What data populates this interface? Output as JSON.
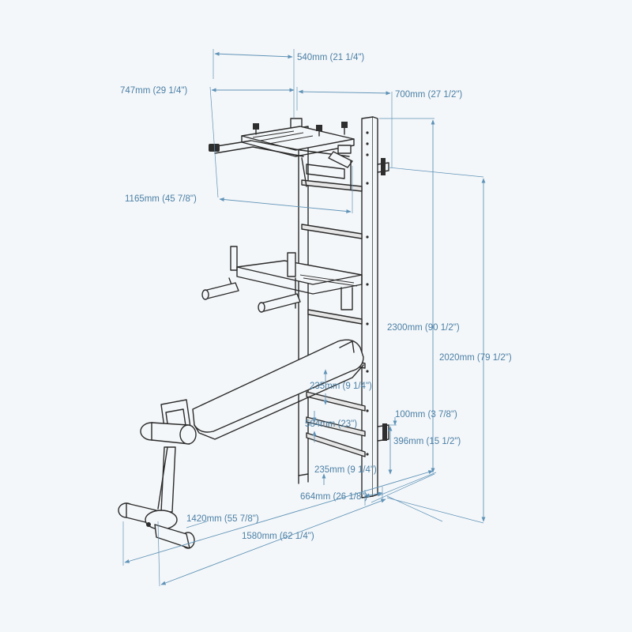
{
  "colors": {
    "dimension": "#5f93b8",
    "label": "#4a7fa6",
    "line": "#2b2b2b",
    "background": "#f4f7f9"
  },
  "dimensions": {
    "width_540": "540mm (21 1/4\")",
    "depth_747": "747mm (29 1/4\")",
    "depth_700": "700mm (27 1/2\")",
    "length_1165": "1165mm (45 7/8\")",
    "height_2300": "2300mm (90 1/2\")",
    "height_2020": "2020mm (79 1/2\")",
    "spacing_235_upper": "235mm (9 1/4\")",
    "spacing_584": "584mm (23\")",
    "spacing_100": "100mm (3 7/8\")",
    "spacing_396": "396mm (15 1/2\")",
    "spacing_235_lower": "235mm (9 1/4\")",
    "width_664": "664mm (26 1/8\")",
    "length_1420": "1420mm (55 7/8\")",
    "length_1580": "1580mm (62 1/4\")"
  }
}
